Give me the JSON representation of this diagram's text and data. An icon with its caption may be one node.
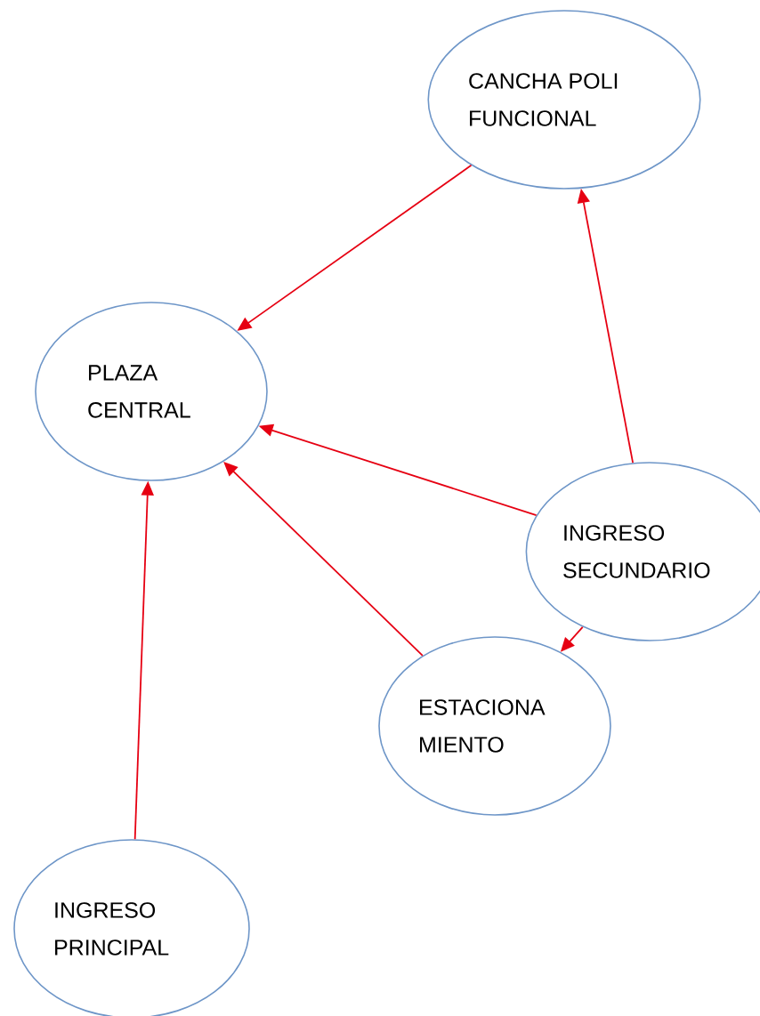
{
  "diagram": {
    "nodes": [
      {
        "text": [
          "CANCHA POLI FUNCIONAL"
        ]
      },
      {
        "text": [
          "PLAZA CENTRAL"
        ]
      },
      {
        "text": [
          "INGRESO SECUNDARIO"
        ]
      },
      {
        "text": [
          "ESTACIONA MIENTO"
        ]
      },
      {
        "text": [
          "INGRESO PRINCIPAL"
        ]
      }
    ],
    "edges": [
      {
        "from": 0,
        "to": 1,
        "arrow": "to"
      },
      {
        "from": 2,
        "to": 0,
        "arrow": "to"
      },
      {
        "from": 2,
        "to": 1,
        "arrow": "to"
      },
      {
        "from": 2,
        "to": 3,
        "arrow": "to"
      },
      {
        "from": 3,
        "to": 1,
        "arrow": "to"
      },
      {
        "from": 4,
        "to": 1,
        "arrow": "to"
      }
    ]
  }
}
